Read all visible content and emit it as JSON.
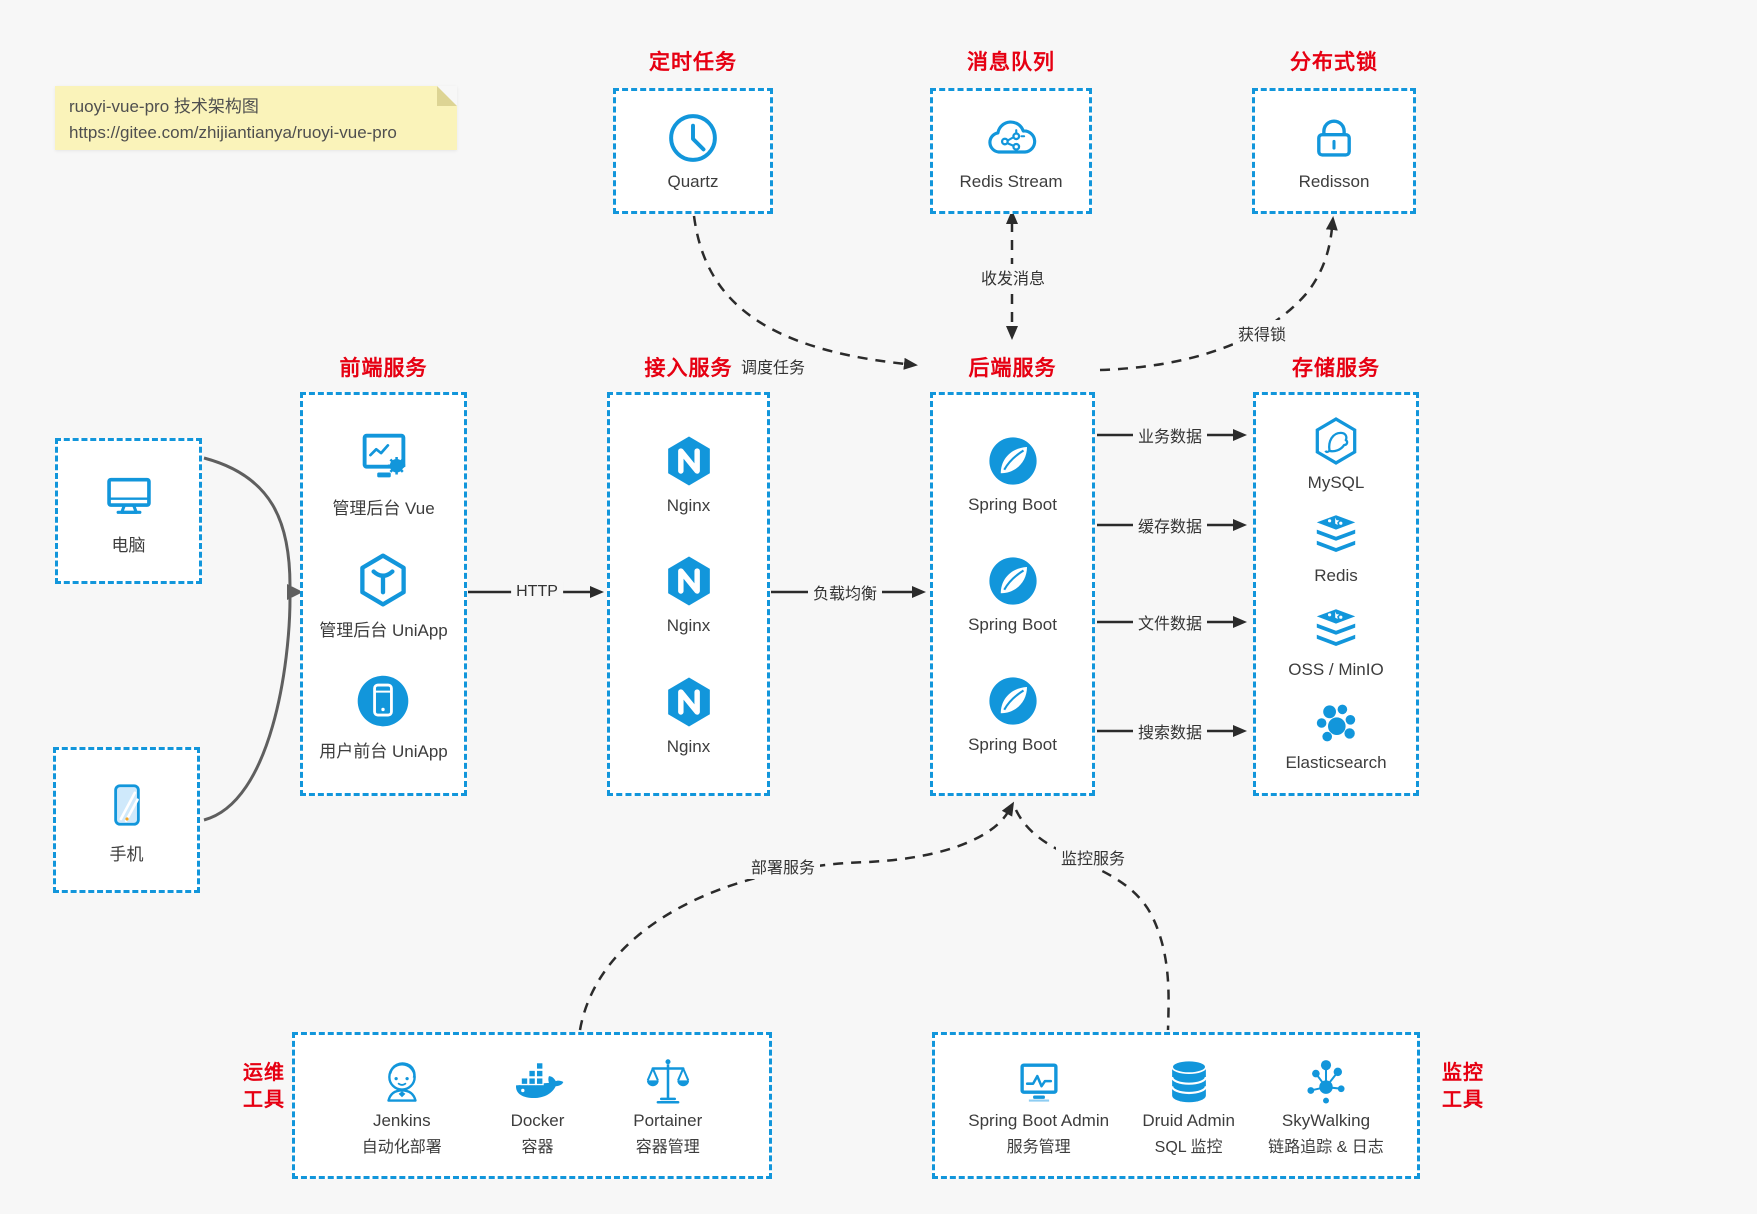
{
  "note": {
    "line1": "ruoyi-vue-pro 技术架构图",
    "line2": "https://gitee.com/zhijiantianya/ruoyi-vue-pro"
  },
  "top_groups": [
    {
      "title": "定时任务",
      "label": "Quartz",
      "icon": "clock-icon"
    },
    {
      "title": "消息队列",
      "label": "Redis Stream",
      "icon": "cloud-icon"
    },
    {
      "title": "分布式锁",
      "label": "Redisson",
      "icon": "lock-icon"
    }
  ],
  "clients": [
    {
      "label": "电脑",
      "icon": "desktop-icon"
    },
    {
      "label": "手机",
      "icon": "phone-icon"
    }
  ],
  "columns": {
    "frontend": {
      "title": "前端服务",
      "items": [
        {
          "label": "管理后台 Vue",
          "icon": "admin-vue-icon"
        },
        {
          "label": "管理后台 UniApp",
          "icon": "uniapp-cube-icon"
        },
        {
          "label": "用户前台 UniApp",
          "icon": "user-uniapp-icon"
        }
      ]
    },
    "gateway": {
      "title": "接入服务",
      "items": [
        {
          "label": "Nginx",
          "icon": "nginx-icon"
        },
        {
          "label": "Nginx",
          "icon": "nginx-icon"
        },
        {
          "label": "Nginx",
          "icon": "nginx-icon"
        }
      ]
    },
    "backend": {
      "title": "后端服务",
      "items": [
        {
          "label": "Spring Boot",
          "icon": "spring-icon"
        },
        {
          "label": "Spring Boot",
          "icon": "spring-icon"
        },
        {
          "label": "Spring Boot",
          "icon": "spring-icon"
        }
      ]
    },
    "storage": {
      "title": "存储服务",
      "items": [
        {
          "label": "MySQL",
          "icon": "mysql-icon"
        },
        {
          "label": "Redis",
          "icon": "redis-stack-icon"
        },
        {
          "label": "OSS / MinIO",
          "icon": "oss-stack-icon"
        },
        {
          "label": "Elasticsearch",
          "icon": "elasticsearch-icon"
        }
      ]
    }
  },
  "edges": {
    "http": "HTTP",
    "load_balance": "负载均衡",
    "business_data": "业务数据",
    "cache_data": "缓存数据",
    "file_data": "文件数据",
    "search_data": "搜索数据",
    "schedule_task": "调度任务",
    "send_receive_message": "收发消息",
    "acquire_lock": "获得锁",
    "deploy_service": "部署服务",
    "monitor_service": "监控服务"
  },
  "ops": {
    "side_label_line1": "运维",
    "side_label_line2": "工具",
    "items": [
      {
        "label": "Jenkins",
        "sub": "自动化部署",
        "icon": "jenkins-icon"
      },
      {
        "label": "Docker",
        "sub": "容器",
        "icon": "docker-icon"
      },
      {
        "label": "Portainer",
        "sub": "容器管理",
        "icon": "portainer-icon"
      }
    ]
  },
  "monitoring": {
    "side_label_line1": "监控",
    "side_label_line2": "工具",
    "items": [
      {
        "label": "Spring Boot Admin",
        "sub": "服务管理",
        "icon": "sba-icon"
      },
      {
        "label": "Druid Admin",
        "sub": "SQL 监控",
        "icon": "druid-icon"
      },
      {
        "label": "SkyWalking",
        "sub": "链路追踪 & 日志",
        "icon": "skywalking-icon"
      }
    ]
  },
  "colors": {
    "accent": "#1296db",
    "heading": "#e60012",
    "arrow": "#2b2b2b",
    "client_arrow": "#5f5f5f",
    "note_bg": "#faf3ba"
  }
}
